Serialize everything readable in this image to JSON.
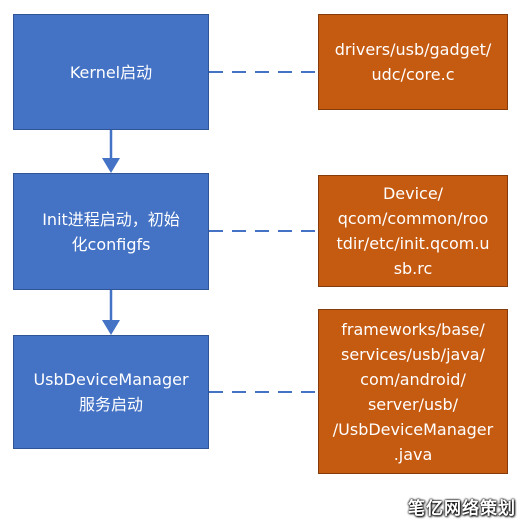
{
  "steps": [
    {
      "label": "Kernel启动"
    },
    {
      "label": "Init进程启动，初始\n化configfs"
    },
    {
      "label": "UsbDeviceManager\n服务启动"
    }
  ],
  "sources": [
    {
      "label": "drivers/usb/gadget/\nudc/core.c"
    },
    {
      "label": "Device/\nqcom/common/roo\ntdir/etc/init.qcom.u\nsb.rc"
    },
    {
      "label": "frameworks/base/\nservices/usb/java/\ncom/android/\nserver/usb/\n/UsbDeviceManager\n.java"
    }
  ],
  "colors": {
    "step_fill": "#4472c4",
    "source_fill": "#c55a11",
    "connector": "#4472c4"
  },
  "watermark": "笔亿网络策划"
}
